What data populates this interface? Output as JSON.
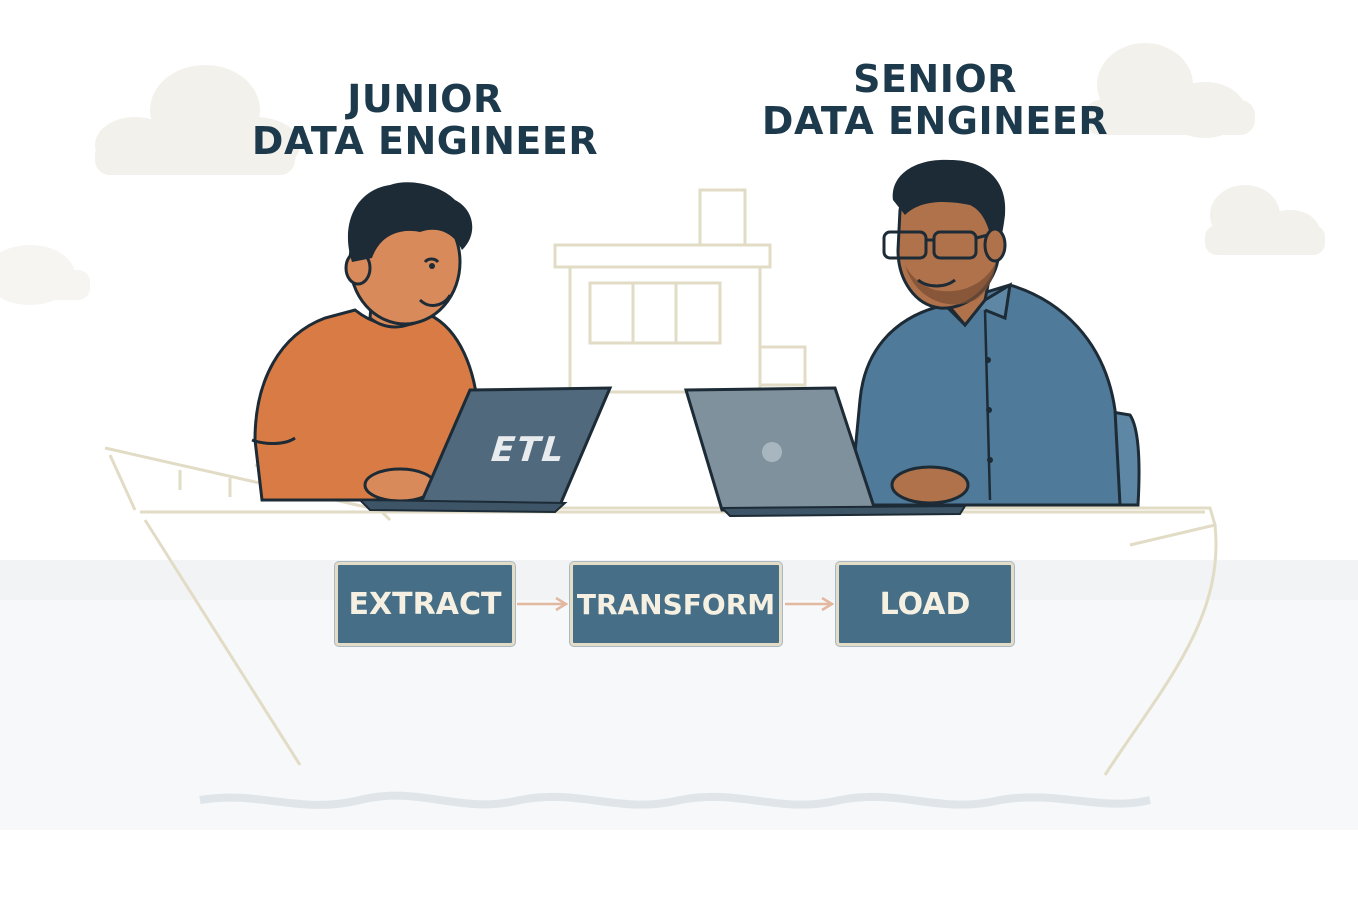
{
  "junior": {
    "line1": "JUNIOR",
    "line2": "DATA ENGINEER",
    "laptop_text": "ETL"
  },
  "senior": {
    "line1": "SENIOR",
    "line2": "DATA ENGINEER"
  },
  "pipeline": {
    "steps": [
      "EXTRACT",
      "TRANSFORM",
      "LOAD"
    ]
  },
  "colors": {
    "title": "#1c3a4c",
    "box": "#466e86",
    "junior_shirt": "#d97b44",
    "senior_shirt": "#4f7a99",
    "laptop": "#50697c",
    "ship_outline": "#e2dcc6"
  }
}
